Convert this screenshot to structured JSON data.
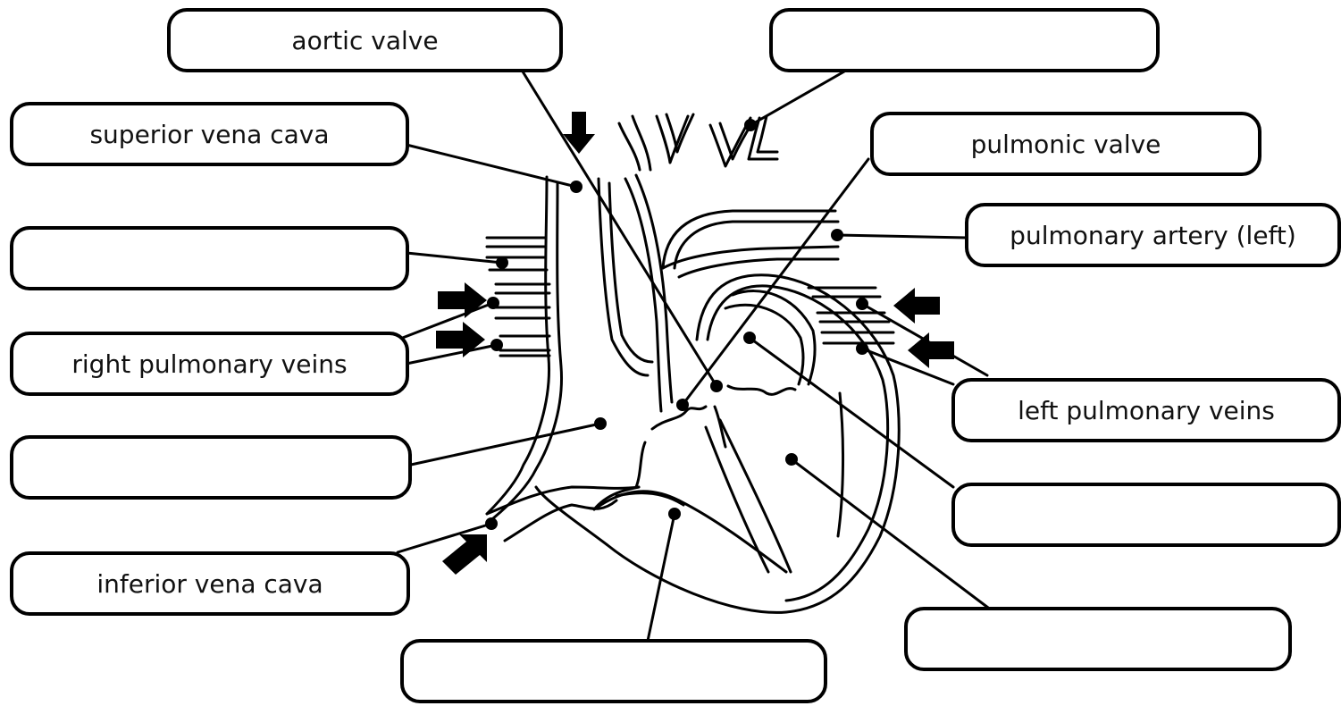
{
  "labels": {
    "aortic_valve": "aortic valve",
    "top_right_blank": "",
    "superior_vena_cava": "superior vena cava",
    "pulmonic_valve": "pulmonic valve",
    "pulmonary_artery_left": "pulmonary artery (left)",
    "left_blank_1": "",
    "right_pulmonary_veins": "right pulmonary veins",
    "left_pulmonary_veins": "left pulmonary veins",
    "left_blank_2": "",
    "right_blank_1": "",
    "inferior_vena_cava": "inferior vena cava",
    "right_blank_2": "",
    "bottom_blank": ""
  },
  "colors": {
    "ink": "#000000",
    "paper": "#ffffff"
  }
}
